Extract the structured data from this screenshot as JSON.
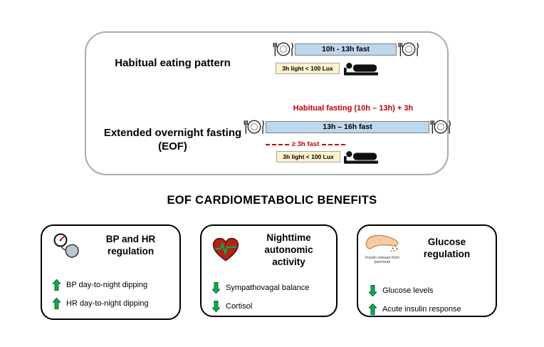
{
  "panel": {
    "habitual": {
      "label": "Habitual eating pattern",
      "fast_bar": "10h - 13h fast",
      "light_box": "3h light < 100 Lux"
    },
    "eof": {
      "label_line1": "Extended overnight fasting",
      "label_line2": "(EOF)",
      "red_annotation": "Habitual fasting (10h – 13h) + 3h",
      "fast_bar": "13h – 16h fast",
      "dashed_label": "≥ 3h fast",
      "light_box": "3h light < 100 Lux"
    }
  },
  "heading": "EOF CARDIOMETABOLIC BENEFITS",
  "cards": [
    {
      "title": "BP and HR regulation",
      "icon": "blood-pressure-monitor-icon",
      "items": [
        {
          "direction": "up",
          "text": "BP day-to-night dipping"
        },
        {
          "direction": "up",
          "text": "HR day-to-night dipping"
        }
      ]
    },
    {
      "title": "Nighttime autonomic activity",
      "icon": "heart-ecg-icon",
      "items": [
        {
          "direction": "down",
          "text": "Sympathovagal balance"
        },
        {
          "direction": "down",
          "text": "Cortisol"
        }
      ]
    },
    {
      "title": "Glucose regulation",
      "icon": "pancreas-icon",
      "icon_caption": "Insulin release from pancreas",
      "items": [
        {
          "direction": "down",
          "text": "Glucose levels"
        },
        {
          "direction": "up",
          "text": "Acute insulin response"
        }
      ]
    }
  ],
  "colors": {
    "fast_bar_bg": "#BDD7EE",
    "light_box_bg": "#FFF2CC",
    "annotation_red": "#C00000",
    "arrow_green": "#00B050"
  }
}
